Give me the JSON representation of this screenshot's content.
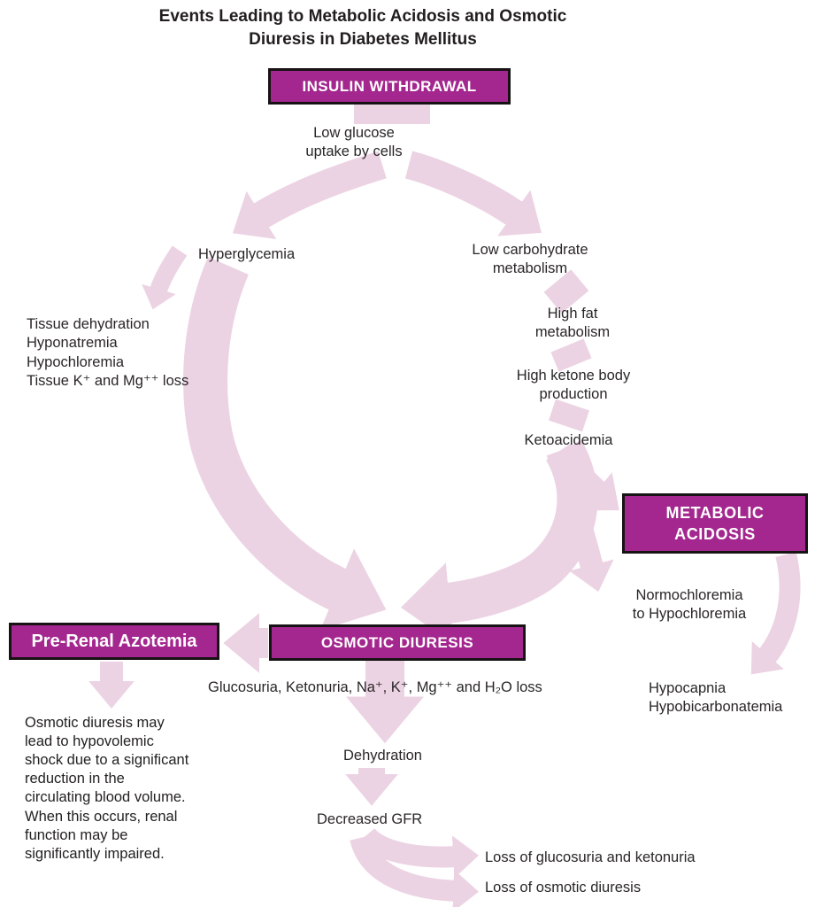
{
  "colors": {
    "magenta": "#a3278e",
    "arrow_pink": "#ecd3e3",
    "ink": "#262223"
  },
  "title": "Events Leading to Metabolic Acidosis and Osmotic\nDiuresis in Diabetes Mellitus",
  "boxes": {
    "insulin_withdrawal": "INSULIN WITHDRAWAL",
    "metabolic_acidosis": "METABOLIC\nACIDOSIS",
    "osmotic_diuresis": "OSMOTIC DIURESIS",
    "pre_renal_azotemia": "Pre-Renal Azotemia"
  },
  "labels": {
    "low_glucose_uptake": "Low glucose\nuptake by cells",
    "hyperglycemia": "Hyperglycemia",
    "low_carbohydrate_metabolism": "Low carbohydrate\nmetabolism",
    "high_fat_metabolism": "High fat\nmetabolism",
    "high_ketone_body_production": "High ketone body\nproduction",
    "ketoacidemia": "Ketoacidemia",
    "tissue_losses": "Tissue dehydration\nHyponatremia\nHypochloremia\nTissue K⁺ and Mg⁺⁺ loss",
    "normochloremia": "Normochloremia\nto Hypochloremia",
    "hypocapnia": "Hypocapnia\nHypobicarbonatemia",
    "glucosuria_loss": "Glucosuria, Ketonuria, Na⁺, K⁺, Mg⁺⁺ and H₂O loss",
    "dehydration": "Dehydration",
    "decreased_gfr": "Decreased GFR",
    "loss_glucosuria_ketonuria": "Loss of glucosuria and ketonuria",
    "loss_osmotic_diuresis": "Loss of osmotic diuresis",
    "prerenal_note": "Osmotic diuresis may\nlead to hypovolemic\nshock due to a significant\nreduction in the\ncirculating blood volume.\nWhen this occurs, renal\nfunction may be\nsignificantly impaired."
  }
}
